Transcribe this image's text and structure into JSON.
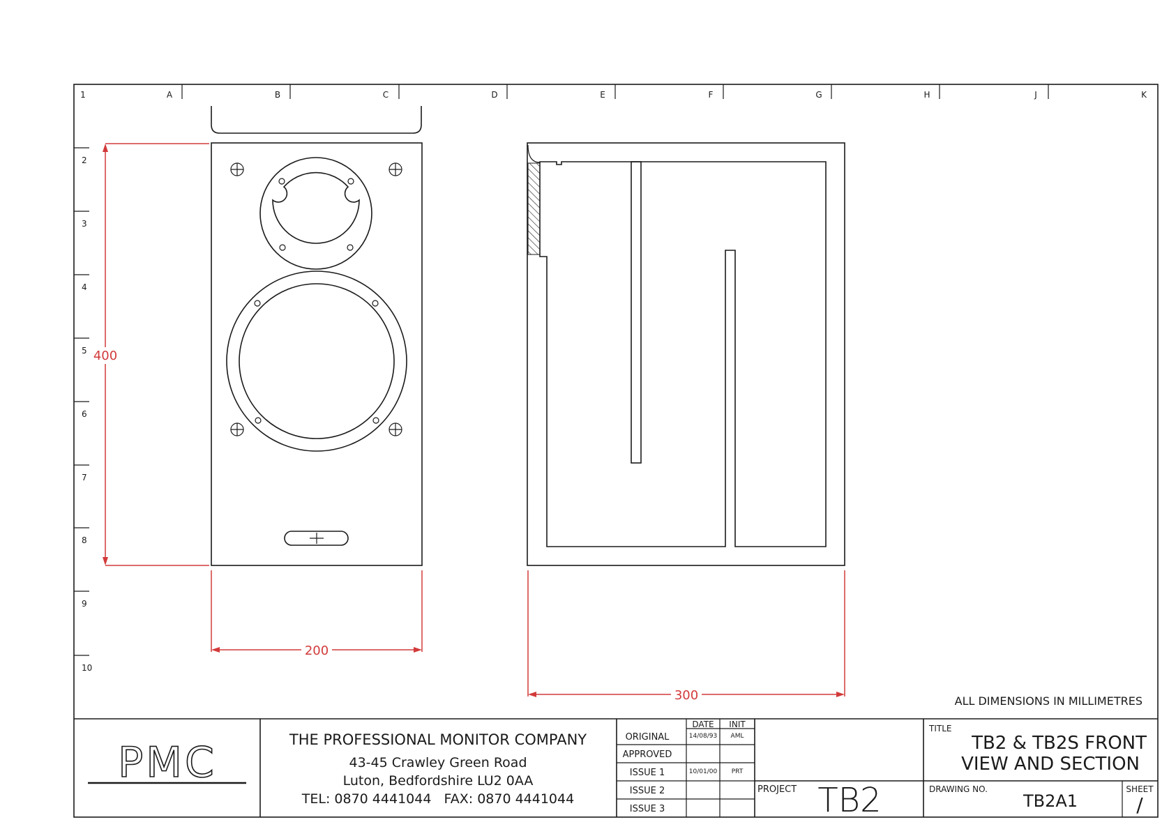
{
  "frame": {
    "column_labels": [
      "1",
      "A",
      "B",
      "C",
      "D",
      "E",
      "F",
      "G",
      "H",
      "J",
      "K"
    ],
    "row_labels": [
      "2",
      "3",
      "4",
      "5",
      "6",
      "7",
      "8",
      "9",
      "10"
    ]
  },
  "dimensions": {
    "height": "400",
    "width": "200",
    "depth": "300",
    "color": "#d23a3a"
  },
  "note": "ALL DIMENSIONS IN MILLIMETRES",
  "title_block": {
    "logo_text": "PMC",
    "company": "THE PROFESSIONAL MONITOR COMPANY",
    "address_line1": "43-45 Crawley Green Road",
    "address_line2": "Luton, Bedfordshire LU2 0AA",
    "phone_fax": "TEL: 0870 4441044   FAX: 0870 4441044",
    "revision_headers": {
      "date": "DATE",
      "init": "INIT"
    },
    "revisions": [
      {
        "label": "ORIGINAL",
        "date": "14/08/93",
        "init": "AML"
      },
      {
        "label": "APPROVED",
        "date": "",
        "init": ""
      },
      {
        "label": "ISSUE 1",
        "date": "10/01/00",
        "init": "PRT"
      },
      {
        "label": "ISSUE 2",
        "date": "",
        "init": ""
      },
      {
        "label": "ISSUE 3",
        "date": "",
        "init": ""
      }
    ],
    "project_label": "PROJECT",
    "project": "TB2",
    "title_label": "TITLE",
    "title_line1": "TB2 & TB2S FRONT",
    "title_line2": "VIEW AND SECTION",
    "drawing_no_label": "DRAWING NO.",
    "drawing_no": "TB2A1",
    "sheet_label": "SHEET",
    "sheet": "/"
  }
}
